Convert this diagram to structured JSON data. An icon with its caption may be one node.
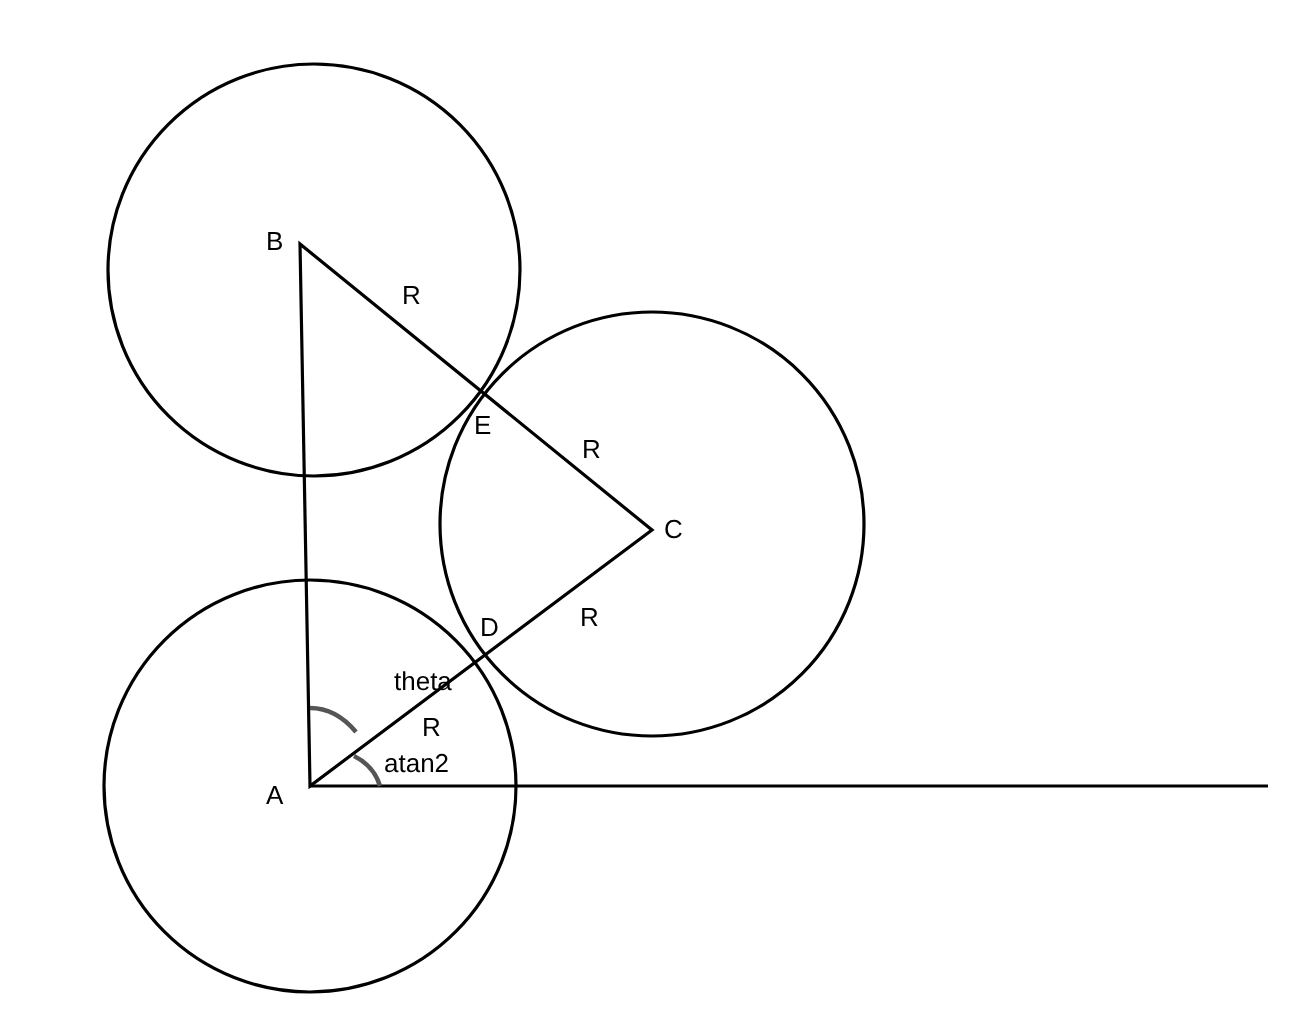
{
  "diagram": {
    "labels": [
      "B",
      "R",
      "E",
      "R",
      "C",
      "D",
      "R",
      "theta",
      "R",
      "atan2",
      "A"
    ]
  }
}
